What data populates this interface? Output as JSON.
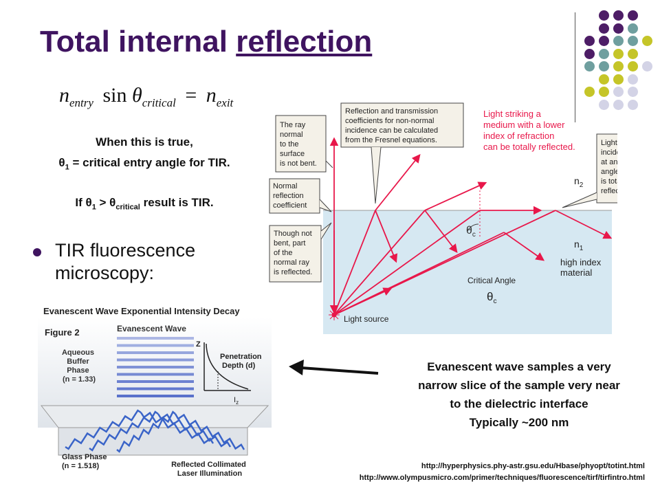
{
  "slide": {
    "title_part1": "Total internal ",
    "title_part2": "reflection",
    "formula": {
      "n": "n",
      "entry": "entry",
      "sin": "sin",
      "theta": "θ",
      "critical": "critical",
      "equals": "=",
      "exit": "exit"
    },
    "condition": {
      "line1": "When this is true,",
      "line2_theta": "θ",
      "line2_sub": "1",
      "line2_rest": " = critical entry angle for TIR.",
      "line3_if": "If θ",
      "line3_sub1": "1",
      "line3_gt": " > θ",
      "line3_sub2": "critical",
      "line3_rest": " result is TIR."
    },
    "bullet": {
      "line1": "TIR fluorescence",
      "line2": "microscopy:"
    },
    "evanescent_text": {
      "line1": "Evanescent wave samples a very",
      "line2": "narrow slice of the sample very near",
      "line3": "to the dielectric interface",
      "line4": "Typically ~200 nm"
    },
    "links": {
      "url1": "http://hyperphysics.phy-astr.gsu.edu/Hbase/phyopt/totint.html",
      "url2": "http://www.olympusmicro.com/primer/techniques/fluorescence/tirf/tirfintro.html"
    }
  },
  "left_figure": {
    "title": "Evanescent Wave Exponential Intensity Decay",
    "figure_label": "Figure 2",
    "evanescent_wave": "Evanescent Wave",
    "aqueous_l1": "Aqueous",
    "aqueous_l2": "Buffer",
    "aqueous_l3": "Phase",
    "aqueous_l4": "(n = 1.33)",
    "penetration_l1": "Penetration",
    "penetration_l2": "Depth (d)",
    "z_axis": "Z",
    "iz": "I",
    "iz_sub": "z",
    "glass_l1": "Glass Phase",
    "glass_l2": "(n = 1.518)",
    "laser_l1": "Reflected Collimated",
    "laser_l2": "Laser Illumination"
  },
  "right_figure": {
    "box_ray_normal": [
      "The ray",
      "normal",
      "to the",
      "surface",
      "is not bent."
    ],
    "box_fresnel": [
      "Reflection and transmission",
      "coefficients for  non-normal",
      "incidence can be calculated",
      "from the Fresnel equations."
    ],
    "box_normal_reflection": [
      "Normal",
      "reflection",
      "coefficient"
    ],
    "box_though": [
      "Though not",
      "bent, part",
      "of the",
      "normal ray",
      "is reflected."
    ],
    "red_text": [
      "Light striking a",
      "medium with a lower",
      "index of refraction",
      "can be totally reflected."
    ],
    "box_light_incident": [
      "Light",
      "incident",
      "at any",
      "angle > θ",
      "is totally",
      "reflected."
    ],
    "n2": "n",
    "n2_sub": "2",
    "n1": "n",
    "n1_sub": "1",
    "high_index": [
      "high index",
      "material"
    ],
    "critical_angle": "Critical Angle",
    "theta_c": "θ",
    "c_sub": "c",
    "light_source": "Light source"
  },
  "colors": {
    "title": "#3f1460",
    "ray_red": "#e8174a",
    "box_fill": "#f4f1e8",
    "material_blue": "#d6e8f2",
    "dot_purple": "#4d1d66",
    "dot_teal": "#6f9f9f",
    "dot_yellow": "#c5c528",
    "dot_lavender": "#d3d3e6"
  }
}
